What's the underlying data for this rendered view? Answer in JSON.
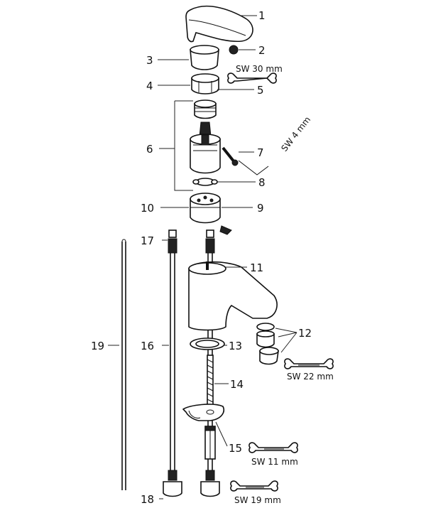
{
  "callouts": [
    "1",
    "2",
    "3",
    "4",
    "5",
    "6",
    "7",
    "8",
    "9",
    "10",
    "11",
    "12",
    "13",
    "14",
    "15",
    "16",
    "17",
    "18",
    "19"
  ],
  "wrenches": {
    "sw30": "SW 30 mm",
    "sw4": "SW 4 mm",
    "sw22": "SW 22 mm",
    "sw11": "SW 11 mm",
    "sw19": "SW 19 mm"
  }
}
